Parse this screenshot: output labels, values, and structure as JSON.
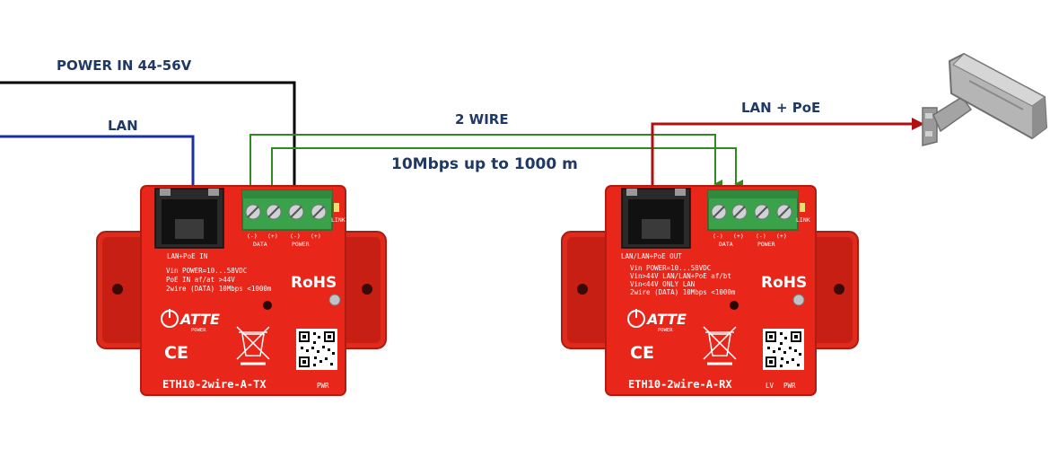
{
  "labels": {
    "power_in": "POWER IN 44-56V",
    "lan": "LAN",
    "two_wire": "2 WIRE",
    "speed": "10Mbps up to 1000 m",
    "lan_poe": "LAN + PoE"
  },
  "tx": {
    "jack_label": "LAN+PoE IN",
    "spec_lines": [
      "Vin POWER=10...58VDC",
      "PoE IN af/at >44V",
      "2wire (DATA) 10Mbps <1000m"
    ],
    "rohs": "RoHS",
    "brand": "ATTE",
    "brand_sub": "POWER",
    "ce": "CE",
    "name": "ETH10-2wire-A-TX",
    "led_pwr": "PWR",
    "link": "LINK",
    "term_data": "DATA",
    "term_power": "POWER",
    "pol_neg": "(-)",
    "pol_pos": "(+)"
  },
  "rx": {
    "jack_label": "LAN/LAN+PoE OUT",
    "spec_lines": [
      "Vin POWER=10...58VDC",
      "Vin>44V LAN/LAN+PoE af/bt",
      "Vin<44V ONLY LAN",
      "2wire (DATA) 10Mbps <1000m"
    ],
    "rohs": "RoHS",
    "brand": "ATTE",
    "brand_sub": "POWER",
    "ce": "CE",
    "name": "ETH10-2wire-A-RX",
    "led_lv": "LV",
    "led_pwr": "PWR",
    "link": "LINK",
    "term_data": "DATA",
    "term_power": "POWER",
    "pol_neg": "(-)",
    "pol_pos": "(+)"
  },
  "colors": {
    "power_wire": "#000000",
    "lan_wire": "#1a2fa8",
    "data_wire": "#2e8b1f",
    "poe_wire": "#b01010",
    "pcb": "#e8261a",
    "label": "#1f3864"
  },
  "icons": [
    "camera-icon",
    "recycle-bin-icon",
    "qr-code-icon",
    "atte-logo-icon",
    "ce-mark-icon"
  ]
}
